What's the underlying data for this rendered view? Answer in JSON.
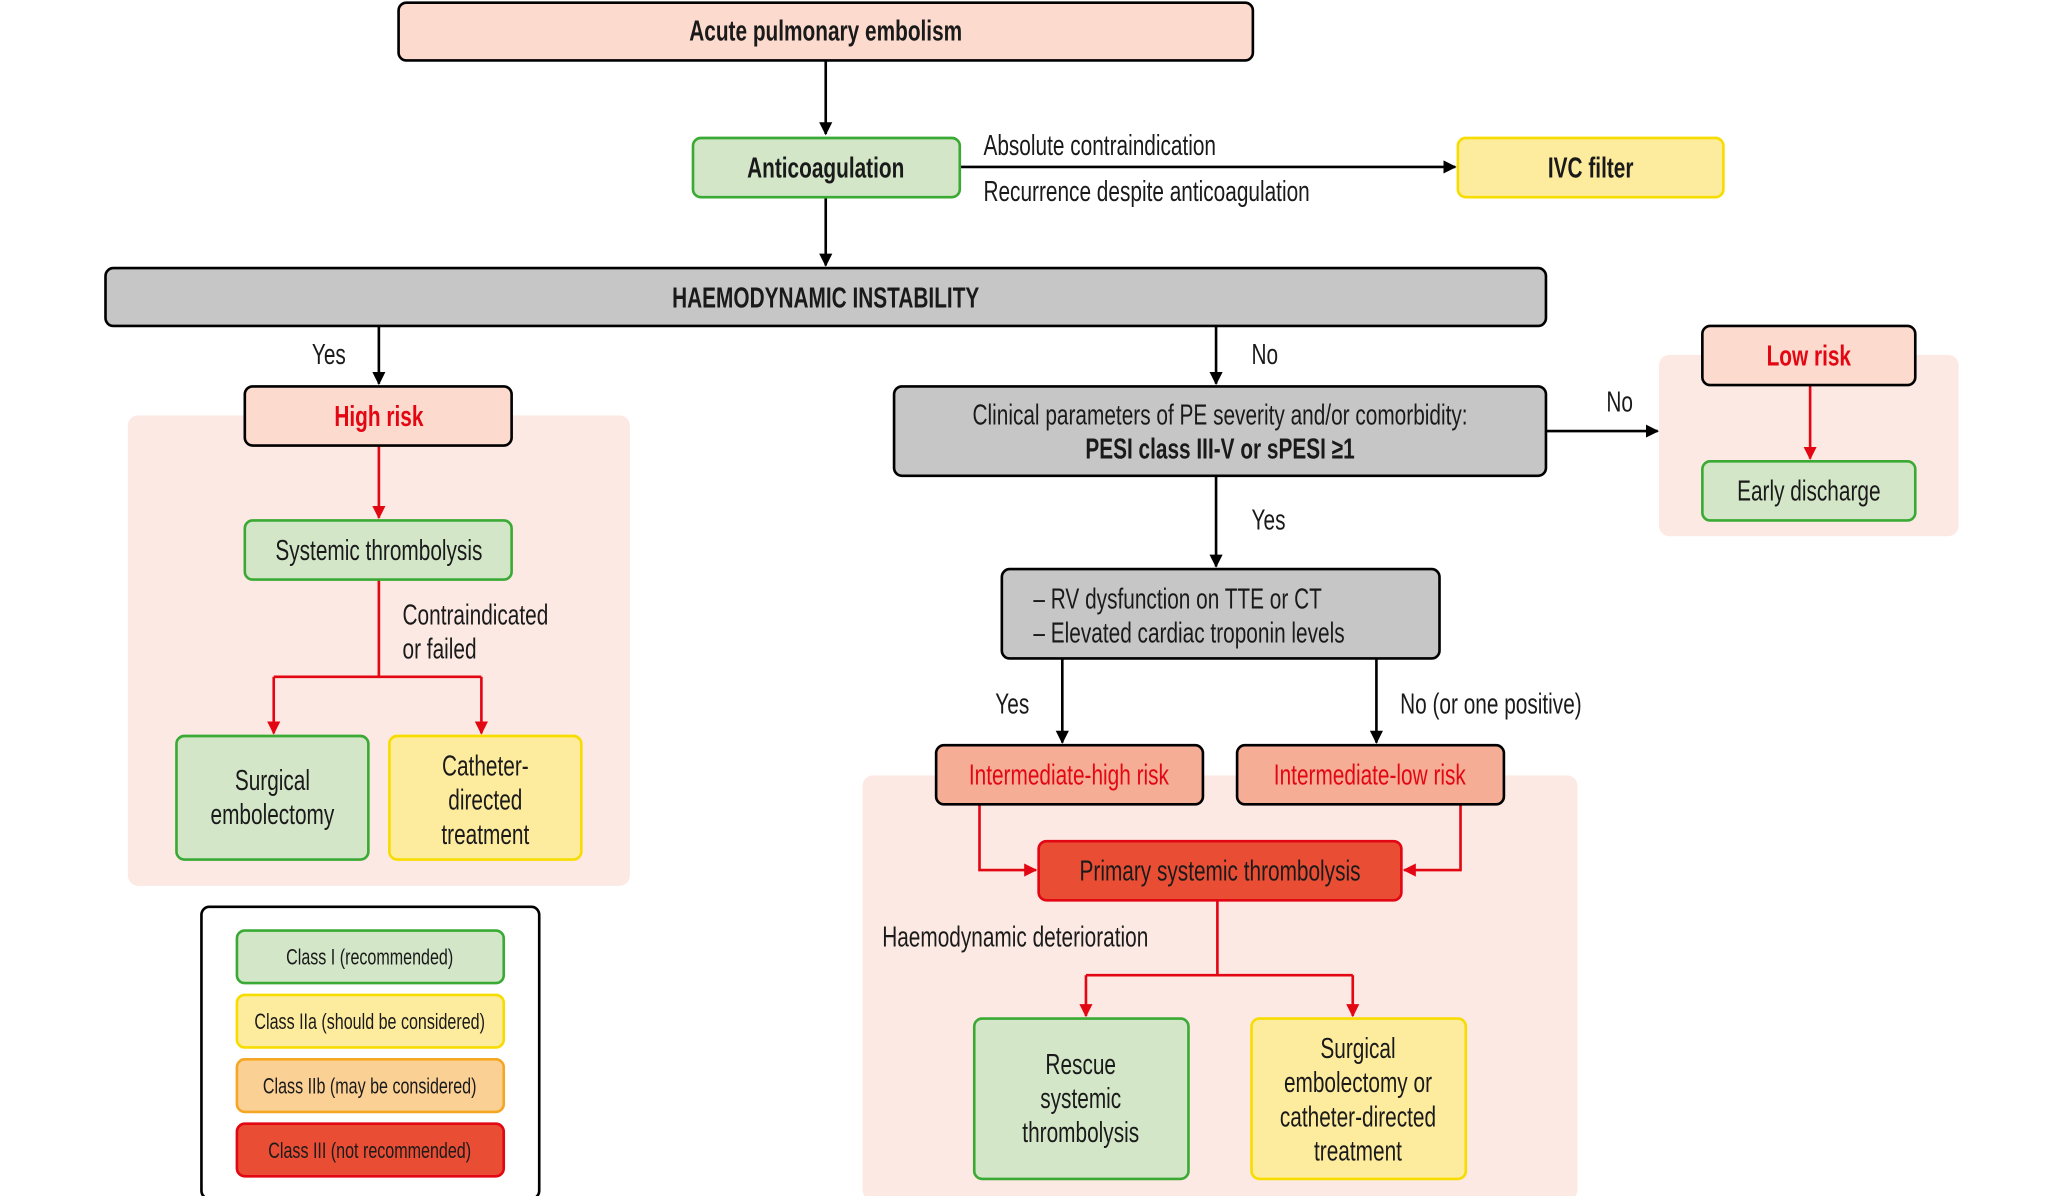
{
  "colors": {
    "class_I_fill": "#d3e6c8",
    "class_I_stroke": "#3aaa35",
    "class_IIa_fill": "#feec9e",
    "class_IIa_stroke": "#f7dc00",
    "class_IIb_fill": "#fbd095",
    "class_IIb_stroke": "#f5a623",
    "class_III_fill": "#e94e35",
    "class_III_stroke": "#e30613",
    "risk_fill": "#fcdacd",
    "intermediate_fill": "#f5ae95",
    "decision_fill": "#c6c6c6",
    "zone_fill": "#fce9e3",
    "risk_text": "#e30613"
  },
  "nodes": {
    "start": "Acute pulmonary embolism",
    "anticoagulation": "Anticoagulation",
    "ivc_filter": "IVC filter",
    "ivc_conditions": [
      "Absolute contraindication",
      "Recurrence despite anticoagulation"
    ],
    "instability": "HAEMODYNAMIC INSTABILITY",
    "high_risk": "High risk",
    "systemic_thrombolysis": "Systemic thrombolysis",
    "contraindicated": [
      "Contraindicated",
      "or failed"
    ],
    "surgical_embolectomy": [
      "Surgical",
      "embolectomy"
    ],
    "catheter_directed": [
      "Catheter-",
      "directed",
      "treatment"
    ],
    "clinical_params": [
      "Clinical parameters of PE severity and/or comorbidity:",
      "PESI class III-V or sPESI ≥1"
    ],
    "low_risk": "Low risk",
    "early_discharge": "Early discharge",
    "rv_dysfunction": [
      "– RV dysfunction on TTE or CT",
      "– Elevated cardiac troponin levels"
    ],
    "intermediate_high": "Intermediate-high risk",
    "intermediate_low": "Intermediate-low risk",
    "primary_thrombolysis": "Primary systemic thrombolysis",
    "haemodynamic_deterioration": "Haemodynamic deterioration",
    "rescue": [
      "Rescue",
      "systemic",
      "thrombolysis"
    ],
    "surgical_or_catheter": [
      "Surgical",
      "embolectomy or",
      "catheter-directed",
      "treatment"
    ]
  },
  "edge_labels": {
    "yes": "Yes",
    "no": "No",
    "no_or_one_positive": "No (or one positive)"
  },
  "legend": [
    "Class I (recommended)",
    "Class IIa (should be considered)",
    "Class IIb (may be considered)",
    "Class III (not recommended)"
  ]
}
